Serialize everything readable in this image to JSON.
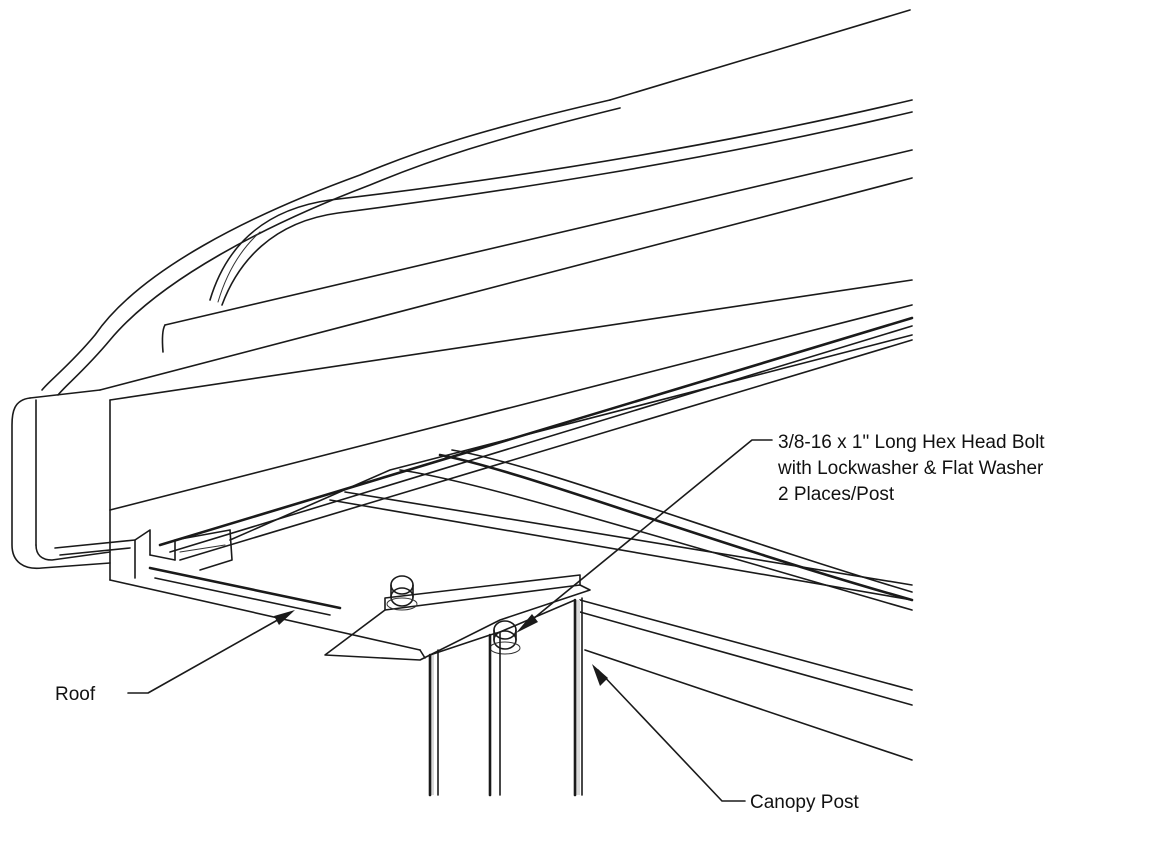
{
  "callouts": {
    "bolt": {
      "lines": [
        "3/8-16 x 1\" Long Hex Head Bolt",
        "with Lockwasher & Flat Washer",
        "2 Places/Post"
      ]
    },
    "roof": {
      "label": "Roof"
    },
    "post": {
      "label": "Canopy Post"
    }
  }
}
